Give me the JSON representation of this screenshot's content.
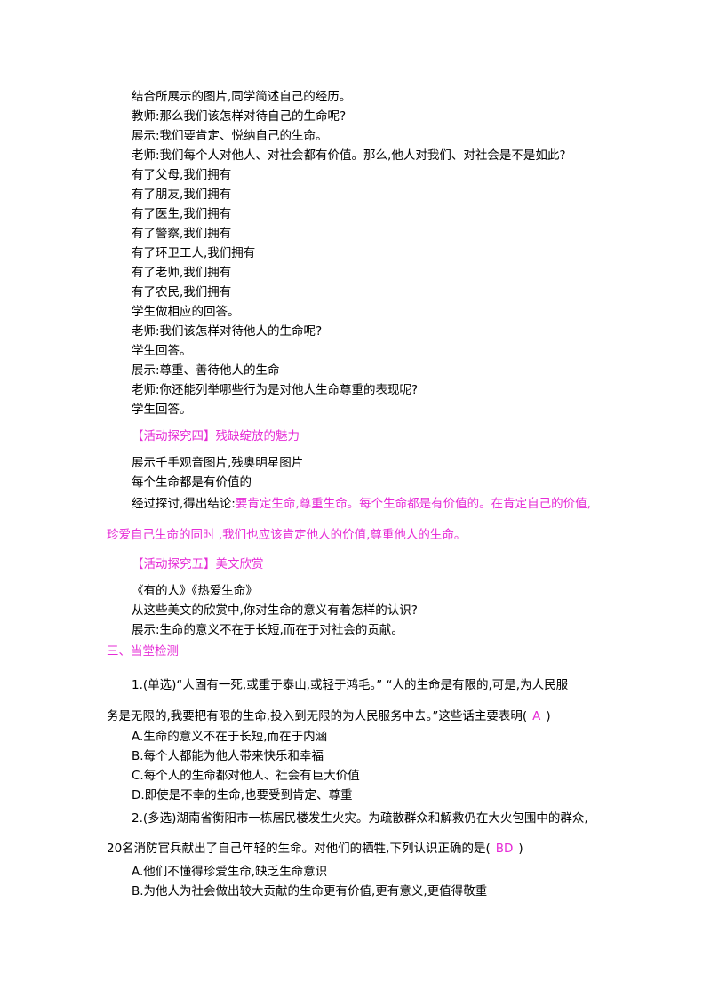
{
  "colors": {
    "text": "#000000",
    "highlight": "#e62bd6"
  },
  "lines": {
    "l1": "结合所展示的图片,同学简述自己的经历。",
    "l2": "教师:那么我们该怎样对待自己的生命呢?",
    "l3": "展示:我们要肯定、悦纳自己的生命。",
    "l4": "老师:我们每个人对他人、对社会都有价值。那么,他人对我们、对社会是不是如此?",
    "l5": "有了父母,我们拥有",
    "l6": "有了朋友,我们拥有",
    "l7": "有了医生,我们拥有",
    "l8": "有了警察,我们拥有",
    "l9": "有了环卫工人,我们拥有",
    "l10": "有了老师,我们拥有",
    "l11": "有了农民,我们拥有",
    "l12": "学生做相应的回答。",
    "l13": "老师:我们该怎样对待他人的生命呢?",
    "l14": "学生回答。",
    "l15": "展示:尊重、善待他人的生命",
    "l16": "老师:你还能列举哪些行为是对他人生命尊重的表现呢?",
    "l17": "学生回答。",
    "h4": "【活动探究四】残缺绽放的魅力",
    "l18": "展示千手观音图片,残奥明星图片",
    "l19": "每个生命都是有价值的",
    "l20a": "经过探讨,得出结论:",
    "l20b": "要肯定生命,尊重生命。每个生命都是有价值的。在肯定自己的价值,",
    "l21": "珍爱自己生命的同时 ,我们也应该肯定他人的价值,尊重他人的生命。",
    "h5": "【活动探究五】美文欣赏",
    "l22": "《有的人》《热爱生命》",
    "l23": "从这些美文的欣赏中,你对生命的意义有着怎样的认识?",
    "l24": "展示:生命的意义不在于长短,而在于对社会的贡献。",
    "sec3": "三、当堂检测",
    "q1a": "1.(单选)“人固有一死,或重于泰山,或轻于鸿毛。” “人的生命是有限的,可是,为人民服",
    "q1b_pre": "务是无限的,我要把有限的生命,投入到无限的为人民服务中去。”这些话主要表明(",
    "q1b_ans": "A",
    "q1b_post": ")",
    "q1A": "A.生命的意义不在于长短,而在于内涵",
    "q1B": "B.每个人都能为他人带来快乐和幸福",
    "q1C": "C.每个人的生命都对他人、社会有巨大价值",
    "q1D": "D.即使是不幸的生命,也要受到肯定、尊重",
    "q2a": "2.(多选)湖南省衡阳市一栋居民楼发生火灾。为疏散群众和解救仍在大火包围中的群众,",
    "q2b_pre": "20名消防官兵献出了自己年轻的生命。对他们的牺牲,下列认识正确的是(",
    "q2b_ans": "BD",
    "q2b_post": ")",
    "q2A": "A.他们不懂得珍爱生命,缺乏生命意识",
    "q2B": "B.为他人为社会做出较大贡献的生命更有价值,更有意义,更值得敬重"
  }
}
